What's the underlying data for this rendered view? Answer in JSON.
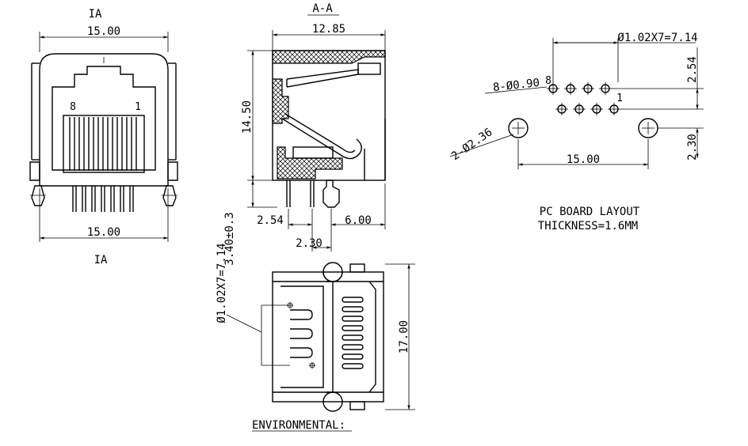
{
  "front_view": {
    "section_marker_top": "IA",
    "section_marker_bottom": "IA",
    "width_top": "15.00",
    "width_bottom": "15.00",
    "pin_label_left": "8",
    "pin_label_right": "1"
  },
  "section_view": {
    "title": "A-A",
    "width": "12.85",
    "height": "14.50",
    "pin_length": "3.40±0.3",
    "dim_a": "2.54",
    "dim_b": "6.00",
    "dim_c": "2.30"
  },
  "bottom_view": {
    "hole_callout": "Ø1.02X7=7.14",
    "height": "17.00"
  },
  "pcb_layout": {
    "hole_callout_top": "Ø1.02X7=7.14",
    "pin_holes": "8-Ø0.90",
    "pin_label_8": "8",
    "pin_label_1": "1",
    "mount_holes": "2-Ø2.36",
    "hole_spacing": "15.00",
    "row_pitch": "2.54",
    "offset": "2.30",
    "title": "PC BOARD LAYOUT",
    "thickness": "THICKNESS=1.6MM"
  },
  "footer": {
    "environmental": "ENVIRONMENTAL:"
  }
}
